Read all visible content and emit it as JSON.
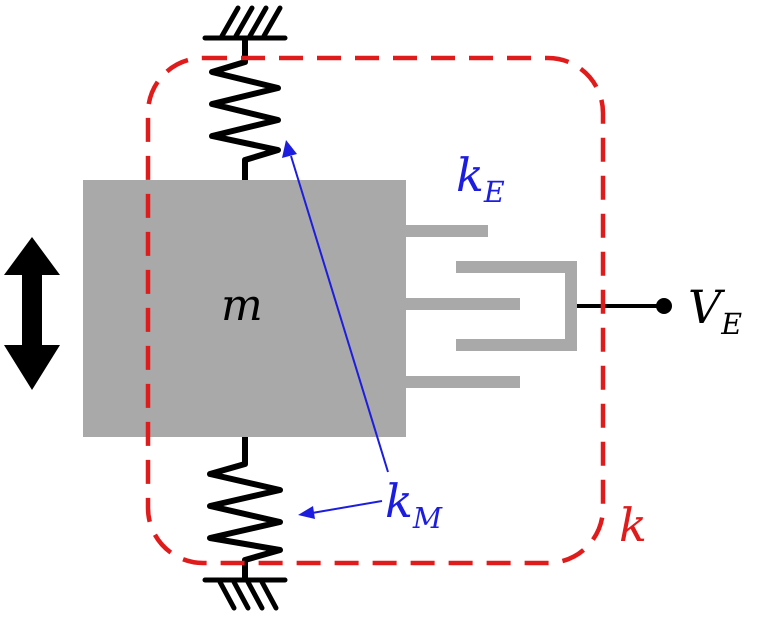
{
  "labels": {
    "mass": "m",
    "kE": {
      "base": "k",
      "sub": "E"
    },
    "kM": {
      "base": "k",
      "sub": "M"
    },
    "k": "k",
    "VE": {
      "base": "V",
      "sub": "E"
    }
  },
  "colors": {
    "mass": "#a9a9a9",
    "electrode": "#a9a9a9",
    "dashed_box": "#e01b1b",
    "blue_label": "#1d1de0",
    "black": "#000000"
  },
  "icons": [
    "ground-icon",
    "spring-icon",
    "double-arrow-icon",
    "terminal-dot-icon"
  ]
}
